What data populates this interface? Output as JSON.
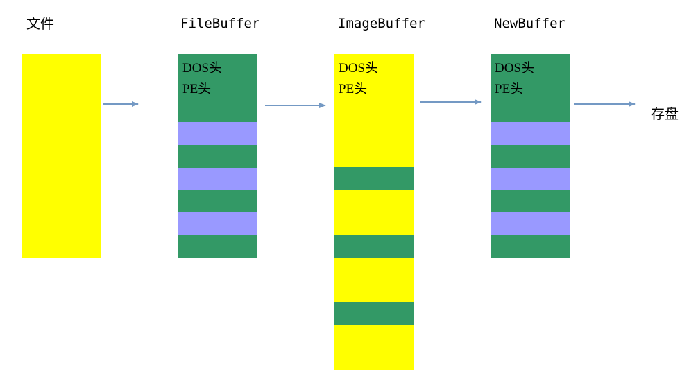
{
  "labels": {
    "file": "文件",
    "file_buffer": "FileBuffer",
    "image_buffer": "ImageBuffer",
    "new_buffer": "NewBuffer",
    "save": "存盘"
  },
  "headers": {
    "dos": "DOS头",
    "pe": "PE头"
  },
  "colors": {
    "yellow": "#ffff00",
    "green": "#339966",
    "lavender": "#9999ff",
    "arrow": "#7499c4"
  }
}
